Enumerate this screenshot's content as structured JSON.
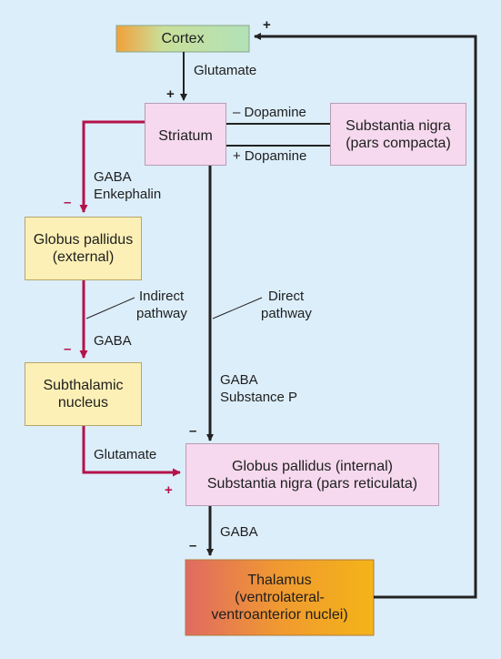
{
  "nodes": {
    "cortex": "Cortex",
    "striatum": "Striatum",
    "substantia_nigra_compacta": [
      "Substantia nigra",
      "(pars compacta)"
    ],
    "globus_pallidus_external": [
      "Globus pallidus",
      "(external)"
    ],
    "subthalamic_nucleus": [
      "Subthalamic",
      "nucleus"
    ],
    "globus_pallidus_internal": [
      "Globus pallidus (internal)",
      "Substantia nigra (pars reticulata)"
    ],
    "thalamus": [
      "Thalamus",
      "(ventrolateral-",
      "ventroanterior nuclei)"
    ]
  },
  "labels": {
    "glutamate_cortex": "Glutamate",
    "minus_dopamine": "– Dopamine",
    "plus_dopamine": "+ Dopamine",
    "gaba_enkephalin": [
      "GABA",
      "Enkephalin"
    ],
    "indirect_pathway": [
      "Indirect",
      "pathway"
    ],
    "direct_pathway": [
      "Direct",
      "pathway"
    ],
    "gaba_stn": "GABA",
    "gaba_substance_p": [
      "GABA",
      "Substance P"
    ],
    "glutamate_stn": "Glutamate",
    "gaba_thalamus": "GABA"
  },
  "signs": {
    "cortex_feedback": "+",
    "striatum_input": "+",
    "gpe_input": "–",
    "stn_input": "–",
    "gpi_direct": "–",
    "gpi_glutamate": "+",
    "thalamus_input": "–"
  },
  "colors": {
    "excitatory_path": "#b5124a",
    "inhibitory_path": "#222222",
    "background": "#dceefa",
    "pink_box": "#f6d9ee",
    "yellow_box": "#fdf0b6"
  }
}
